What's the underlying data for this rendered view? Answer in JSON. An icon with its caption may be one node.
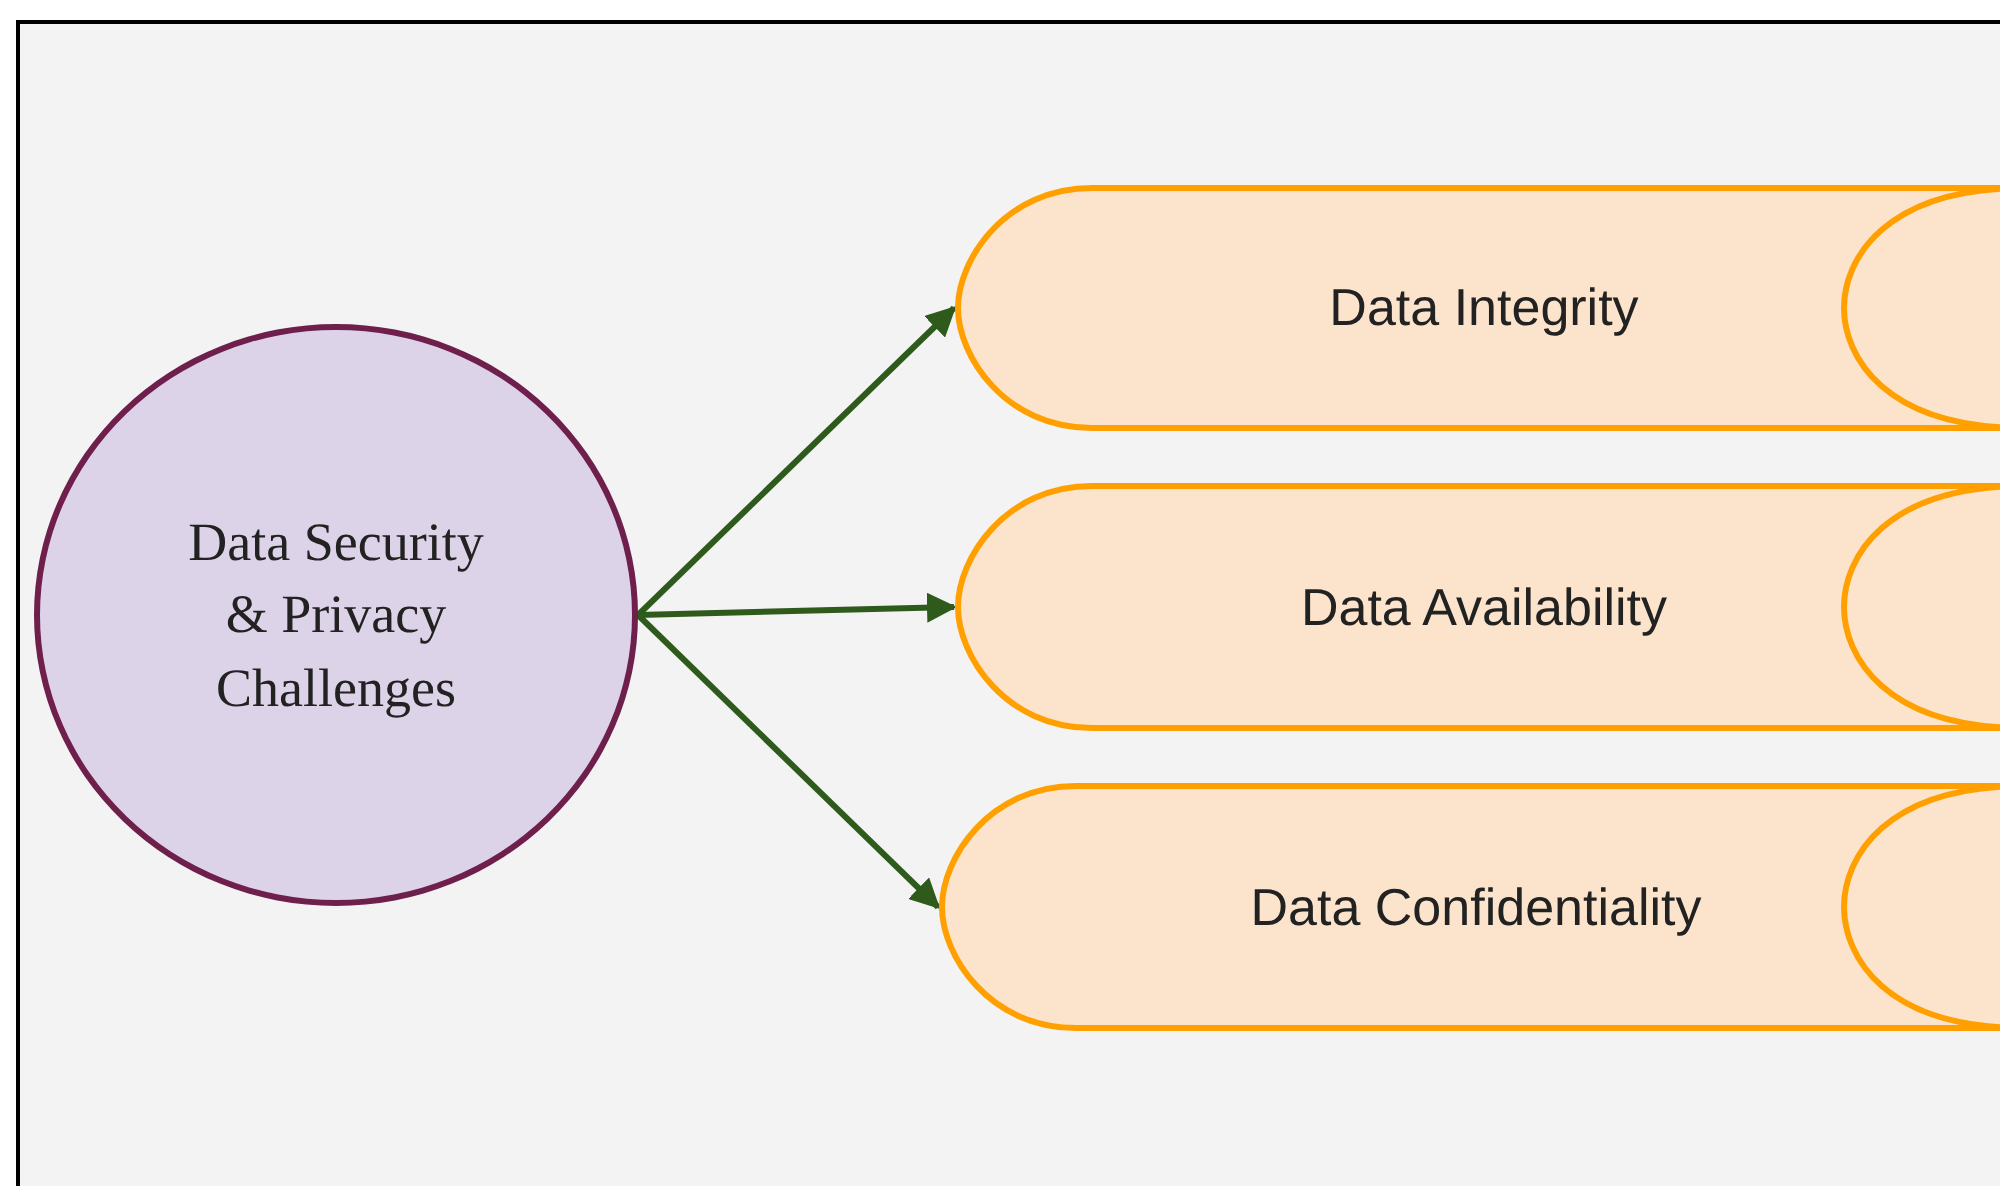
{
  "diagram": {
    "nodes": [
      {
        "text": [
          "Data Security & Privacy Challenges"
        ]
      },
      {
        "text": [
          "Data Integrity"
        ]
      },
      {
        "text": [
          "Data Availability"
        ]
      },
      {
        "text": [
          "Data Confidentiality"
        ]
      }
    ],
    "edges": [
      {
        "from": 0,
        "to": 1,
        "arrow": "to"
      },
      {
        "from": 0,
        "to": 2,
        "arrow": "to"
      },
      {
        "from": 0,
        "to": 3,
        "arrow": "to"
      }
    ]
  }
}
